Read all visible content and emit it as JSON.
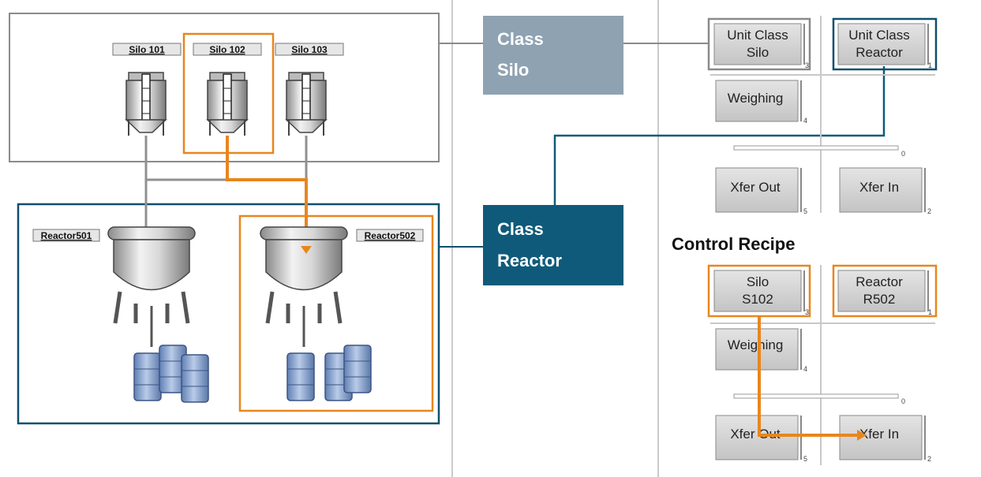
{
  "colors": {
    "orange": "#e8861e",
    "blue_frame": "#0f4f6e",
    "gray_frame": "#8a8a8a",
    "class_silo_bg": "#8ea2b2",
    "class_reactor_bg": "#0f5a7a",
    "block_fill": "#d2d2d2",
    "drum_fill": "#7f9bc8"
  },
  "plant": {
    "silos": [
      {
        "tag": "Silo 101",
        "highlighted": false
      },
      {
        "tag": "Silo 102",
        "highlighted": true
      },
      {
        "tag": "Silo 103",
        "highlighted": false
      }
    ],
    "reactors": [
      {
        "tag": "Reactor501",
        "highlighted": false
      },
      {
        "tag": "Reactor502",
        "highlighted": true
      }
    ]
  },
  "classes": {
    "silo": {
      "line1": "Class",
      "line2": "Silo"
    },
    "reactor": {
      "line1": "Class",
      "line2": "Reactor"
    }
  },
  "master_recipe": {
    "units": [
      {
        "line1": "Unit Class",
        "line2": "Silo",
        "num": "3"
      },
      {
        "line1": "Unit Class",
        "line2": "Reactor",
        "num": "1"
      }
    ],
    "steps": [
      {
        "label": "Weighing",
        "num": "4"
      },
      {
        "label": "Xfer Out",
        "num": "5"
      },
      {
        "label": "Xfer In",
        "num": "2"
      }
    ],
    "sync_num": "0"
  },
  "control_recipe": {
    "heading": "Control Recipe",
    "units": [
      {
        "line1": "Silo",
        "line2": "S102",
        "num": "3"
      },
      {
        "line1": "Reactor",
        "line2": "R502",
        "num": "1"
      }
    ],
    "steps": [
      {
        "label": "Weighing",
        "num": "4"
      },
      {
        "label": "Xfer Out",
        "num": "5"
      },
      {
        "label": "Xfer In",
        "num": "2"
      }
    ],
    "sync_num": "0"
  }
}
